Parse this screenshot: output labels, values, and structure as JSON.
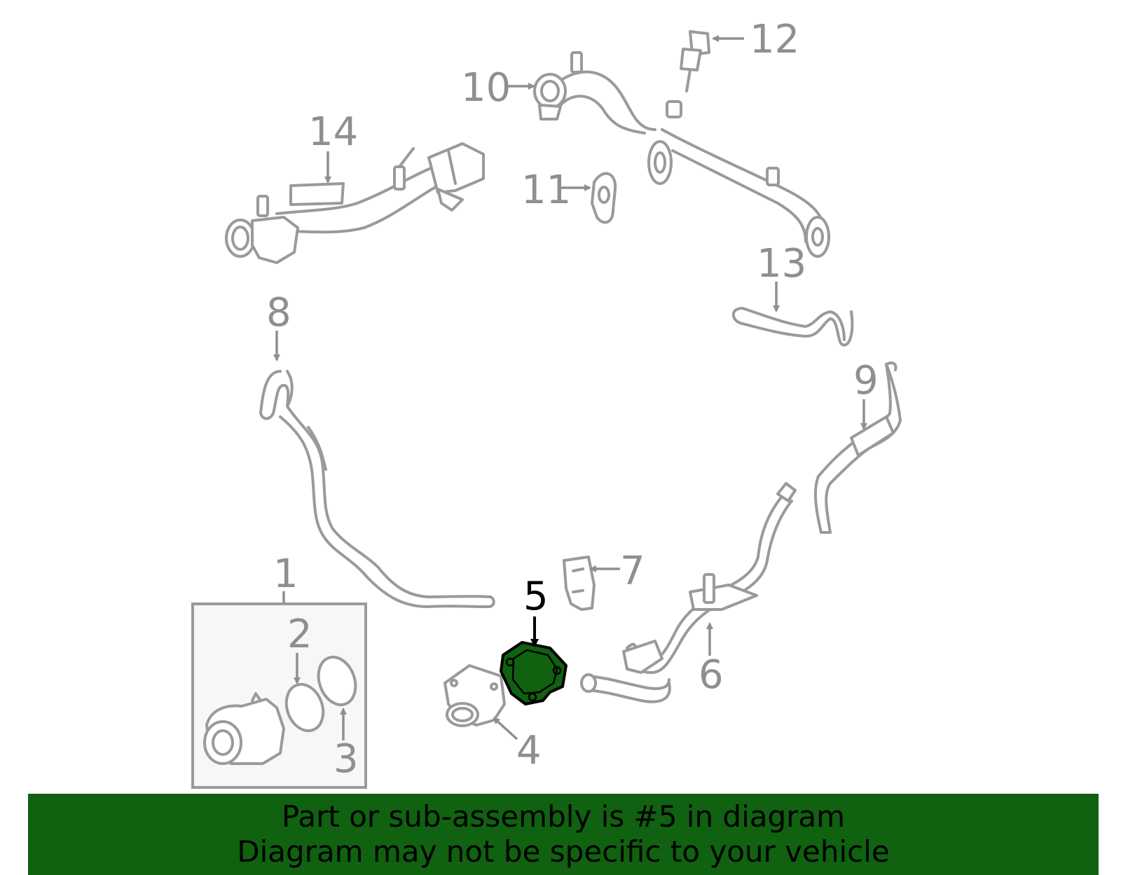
{
  "callouts": {
    "c1": "1",
    "c2": "2",
    "c3": "3",
    "c4": "4",
    "c5": "5",
    "c6": "6",
    "c7": "7",
    "c8": "8",
    "c9": "9",
    "c10": "10",
    "c11": "11",
    "c12": "12",
    "c13": "13",
    "c14": "14"
  },
  "highlight": {
    "part": "5",
    "color": "#106110"
  },
  "footer": {
    "line1": "Part or sub-assembly is #5 in diagram",
    "line2": "Diagram may not be specific to your vehicle",
    "background": "#106110"
  }
}
